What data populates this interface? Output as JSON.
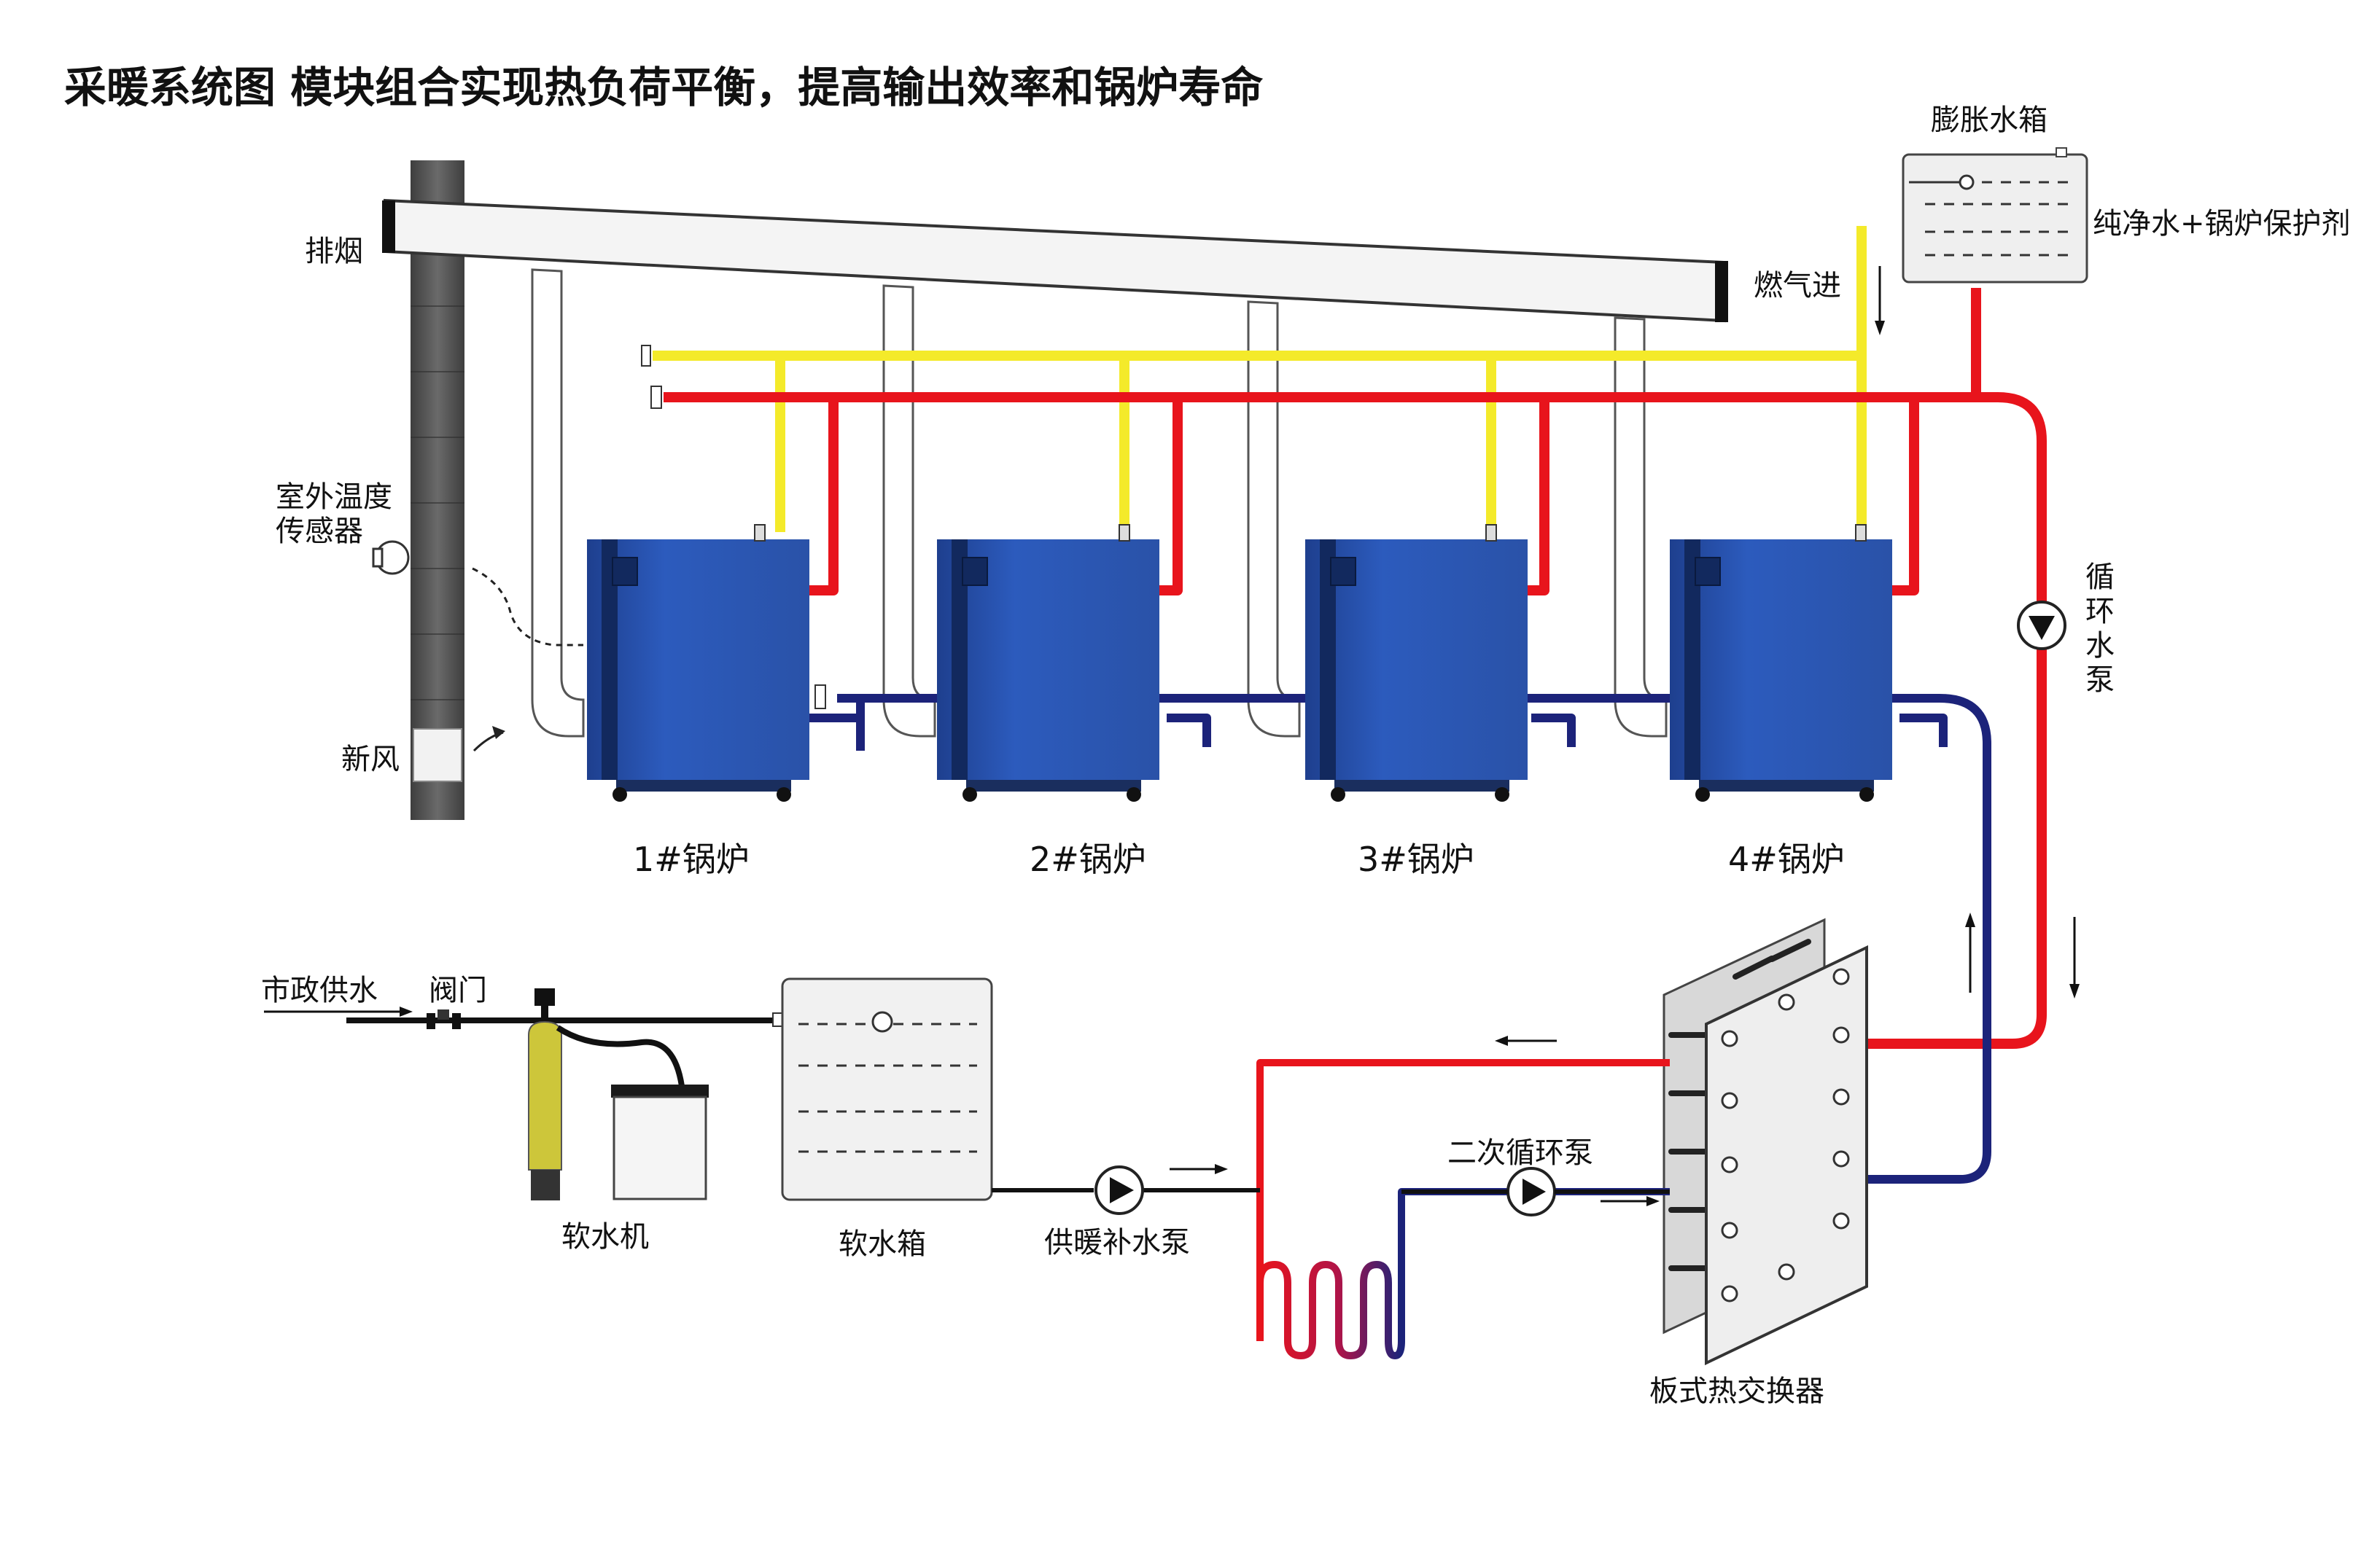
{
  "title": "采暖系统图  模块组合实现热负荷平衡，提高输出效率和锅炉寿命",
  "labels": {
    "exhaust": "排烟",
    "outdoor_sensor_line1": "室外温度",
    "outdoor_sensor_line2": "传感器",
    "fresh_air": "新风",
    "gas_in": "燃气进",
    "expansion_tank": "膨胀水箱",
    "tank_contents": "纯净水+锅炉保护剂",
    "circ_pump_chars": [
      "循",
      "环",
      "水",
      "泵"
    ],
    "municipal_water": "市政供水",
    "valve": "阀门",
    "softener": "软水机",
    "soft_water_tank": "软水箱",
    "makeup_pump": "供暖补水泵",
    "secondary_pump": "二次循环泵",
    "plate_heat_exchanger": "板式热交换器"
  },
  "boilers": [
    {
      "label": "1#锅炉"
    },
    {
      "label": "2#锅炉"
    },
    {
      "label": "3#锅炉"
    },
    {
      "label": "4#锅炉"
    }
  ],
  "colors": {
    "supply_hot": "#e8141c",
    "return": "#1c237a",
    "gas": "#f4ea2a",
    "boiler_body": "#2a55b0",
    "boiler_dark": "#12295e",
    "flue": "#555555"
  }
}
